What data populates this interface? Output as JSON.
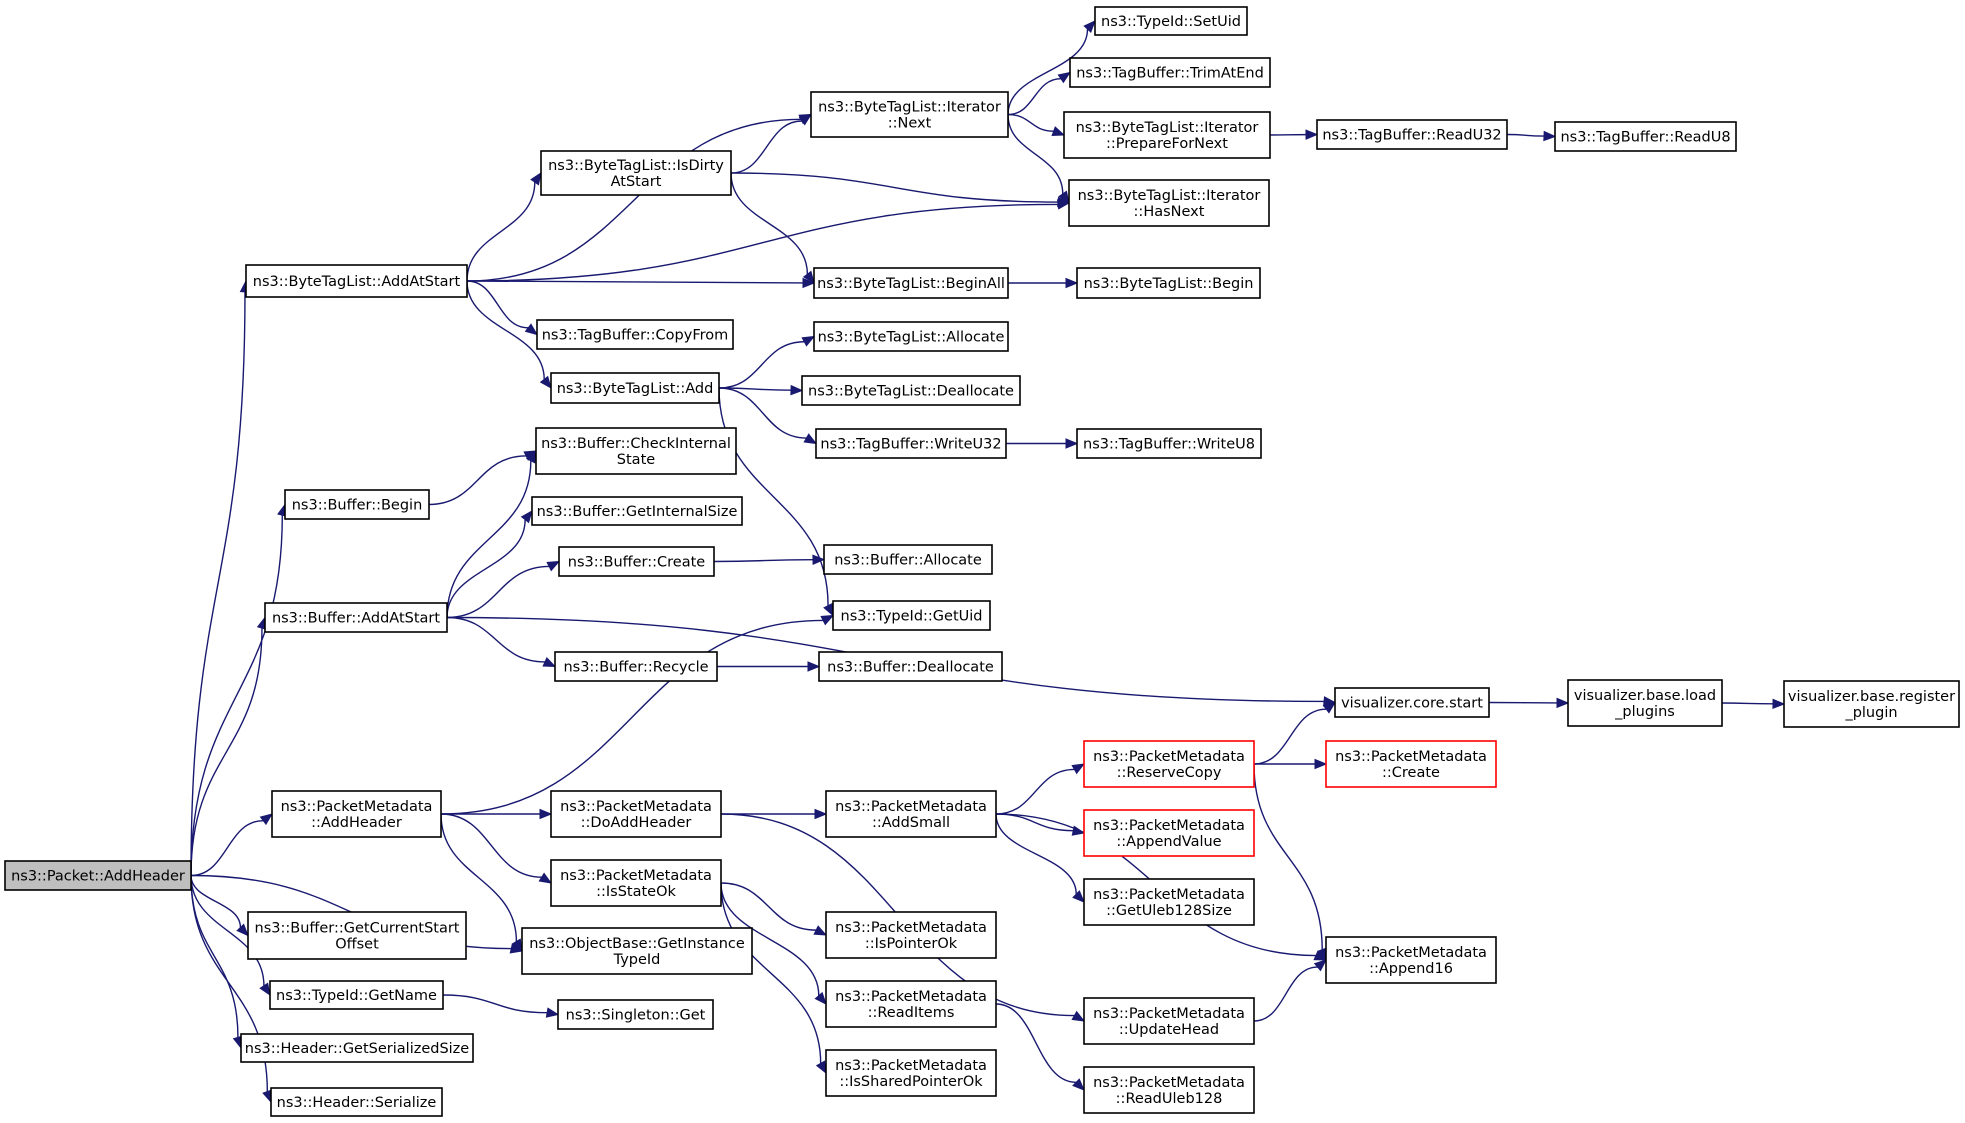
{
  "colors": {
    "edge": "#191970",
    "node_border": "#000000",
    "truncated_border": "#ff0000",
    "root_fill": "#bfbfbf",
    "node_fill": "#ffffff"
  },
  "nodes": [
    {
      "id": "packet_addheader",
      "lines": [
        "ns3::Packet::AddHeader"
      ],
      "root": true
    },
    {
      "id": "bytetaglist_addatstart",
      "lines": [
        "ns3::ByteTagList::AddAtStart"
      ]
    },
    {
      "id": "buffer_begin",
      "lines": [
        "ns3::Buffer::Begin"
      ]
    },
    {
      "id": "buffer_addatstart",
      "lines": [
        "ns3::Buffer::AddAtStart"
      ]
    },
    {
      "id": "pm_addheader",
      "lines": [
        "ns3::PacketMetadata",
        "::AddHeader"
      ]
    },
    {
      "id": "buffer_getcurrentstartoffset",
      "lines": [
        "ns3::Buffer::GetCurrentStart",
        "Offset"
      ]
    },
    {
      "id": "typeid_getname",
      "lines": [
        "ns3::TypeId::GetName"
      ]
    },
    {
      "id": "header_getserializedsize",
      "lines": [
        "ns3::Header::GetSerializedSize"
      ]
    },
    {
      "id": "header_serialize",
      "lines": [
        "ns3::Header::Serialize"
      ]
    },
    {
      "id": "bytetaglist_isdirtyatstart",
      "lines": [
        "ns3::ByteTagList::IsDirty",
        "AtStart"
      ]
    },
    {
      "id": "tagbuffer_copyfrom",
      "lines": [
        "ns3::TagBuffer::CopyFrom"
      ]
    },
    {
      "id": "bytetaglist_add",
      "lines": [
        "ns3::ByteTagList::Add"
      ]
    },
    {
      "id": "buffer_checkinternalstate",
      "lines": [
        "ns3::Buffer::CheckInternal",
        "State"
      ]
    },
    {
      "id": "buffer_getinternalsize",
      "lines": [
        "ns3::Buffer::GetInternalSize"
      ]
    },
    {
      "id": "buffer_create",
      "lines": [
        "ns3::Buffer::Create"
      ]
    },
    {
      "id": "buffer_recycle",
      "lines": [
        "ns3::Buffer::Recycle"
      ]
    },
    {
      "id": "pm_doaddheader",
      "lines": [
        "ns3::PacketMetadata",
        "::DoAddHeader"
      ]
    },
    {
      "id": "pm_isstateok",
      "lines": [
        "ns3::PacketMetadata",
        "::IsStateOk"
      ]
    },
    {
      "id": "objectbase_getinstancetypeid",
      "lines": [
        "ns3::ObjectBase::GetInstance",
        "TypeId"
      ]
    },
    {
      "id": "singleton_get",
      "lines": [
        "ns3::Singleton::Get"
      ]
    },
    {
      "id": "btl_iterator_next",
      "lines": [
        "ns3::ByteTagList::Iterator",
        "::Next"
      ]
    },
    {
      "id": "bytetaglist_beginall",
      "lines": [
        "ns3::ByteTagList::BeginAll"
      ]
    },
    {
      "id": "bytetaglist_allocate",
      "lines": [
        "ns3::ByteTagList::Allocate"
      ]
    },
    {
      "id": "bytetaglist_deallocate",
      "lines": [
        "ns3::ByteTagList::Deallocate"
      ]
    },
    {
      "id": "tagbuffer_writeu32",
      "lines": [
        "ns3::TagBuffer::WriteU32"
      ]
    },
    {
      "id": "buffer_allocate",
      "lines": [
        "ns3::Buffer::Allocate"
      ]
    },
    {
      "id": "typeid_getuid",
      "lines": [
        "ns3::TypeId::GetUid"
      ]
    },
    {
      "id": "buffer_deallocate",
      "lines": [
        "ns3::Buffer::Deallocate"
      ]
    },
    {
      "id": "pm_addsmall",
      "lines": [
        "ns3::PacketMetadata",
        "::AddSmall"
      ]
    },
    {
      "id": "pm_ispointerok",
      "lines": [
        "ns3::PacketMetadata",
        "::IsPointerOk"
      ]
    },
    {
      "id": "pm_readitems",
      "lines": [
        "ns3::PacketMetadata",
        "::ReadItems"
      ]
    },
    {
      "id": "pm_issharedpointerok",
      "lines": [
        "ns3::PacketMetadata",
        "::IsSharedPointerOk"
      ]
    },
    {
      "id": "typeid_setuid",
      "lines": [
        "ns3::TypeId::SetUid"
      ]
    },
    {
      "id": "tagbuffer_trimatend",
      "lines": [
        "ns3::TagBuffer::TrimAtEnd"
      ]
    },
    {
      "id": "btl_iterator_prepare",
      "lines": [
        "ns3::ByteTagList::Iterator",
        "::PrepareForNext"
      ]
    },
    {
      "id": "btl_iterator_hasnext",
      "lines": [
        "ns3::ByteTagList::Iterator",
        "::HasNext"
      ]
    },
    {
      "id": "bytetaglist_begin",
      "lines": [
        "ns3::ByteTagList::Begin"
      ]
    },
    {
      "id": "tagbuffer_writeu8",
      "lines": [
        "ns3::TagBuffer::WriteU8"
      ]
    },
    {
      "id": "pm_reservecopy",
      "lines": [
        "ns3::PacketMetadata",
        "::ReserveCopy"
      ],
      "truncated": true
    },
    {
      "id": "pm_appendvalue",
      "lines": [
        "ns3::PacketMetadata",
        "::AppendValue"
      ],
      "truncated": true
    },
    {
      "id": "pm_getuleb128size",
      "lines": [
        "ns3::PacketMetadata",
        "::GetUleb128Size"
      ]
    },
    {
      "id": "pm_updatehead",
      "lines": [
        "ns3::PacketMetadata",
        "::UpdateHead"
      ]
    },
    {
      "id": "pm_readuleb128",
      "lines": [
        "ns3::PacketMetadata",
        "::ReadUleb128"
      ]
    },
    {
      "id": "tagbuffer_readu32",
      "lines": [
        "ns3::TagBuffer::ReadU32"
      ]
    },
    {
      "id": "visualizer_core_start",
      "lines": [
        "visualizer.core.start"
      ]
    },
    {
      "id": "pm_create",
      "lines": [
        "ns3::PacketMetadata",
        "::Create"
      ],
      "truncated": true
    },
    {
      "id": "pm_append16",
      "lines": [
        "ns3::PacketMetadata",
        "::Append16"
      ]
    },
    {
      "id": "tagbuffer_readu8",
      "lines": [
        "ns3::TagBuffer::ReadU8"
      ]
    },
    {
      "id": "visualizer_base_load_plugins",
      "lines": [
        "visualizer.base.load",
        "_plugins"
      ]
    },
    {
      "id": "visualizer_base_register_plugin",
      "lines": [
        "visualizer.base.register",
        "_plugin"
      ]
    }
  ],
  "edges": [
    [
      "packet_addheader",
      "bytetaglist_addatstart"
    ],
    [
      "packet_addheader",
      "buffer_begin"
    ],
    [
      "packet_addheader",
      "buffer_addatstart"
    ],
    [
      "packet_addheader",
      "pm_addheader"
    ],
    [
      "packet_addheader",
      "buffer_getcurrentstartoffset"
    ],
    [
      "packet_addheader",
      "typeid_getname"
    ],
    [
      "packet_addheader",
      "header_getserializedsize"
    ],
    [
      "packet_addheader",
      "header_serialize"
    ],
    [
      "packet_addheader",
      "objectbase_getinstancetypeid"
    ],
    [
      "bytetaglist_addatstart",
      "btl_iterator_next"
    ],
    [
      "bytetaglist_addatstart",
      "bytetaglist_isdirtyatstart"
    ],
    [
      "bytetaglist_addatstart",
      "btl_iterator_hasnext"
    ],
    [
      "bytetaglist_addatstart",
      "bytetaglist_beginall"
    ],
    [
      "bytetaglist_addatstart",
      "tagbuffer_copyfrom"
    ],
    [
      "bytetaglist_addatstart",
      "bytetaglist_add"
    ],
    [
      "bytetaglist_isdirtyatstart",
      "btl_iterator_next"
    ],
    [
      "bytetaglist_isdirtyatstart",
      "btl_iterator_hasnext"
    ],
    [
      "bytetaglist_isdirtyatstart",
      "bytetaglist_beginall"
    ],
    [
      "btl_iterator_next",
      "typeid_setuid"
    ],
    [
      "btl_iterator_next",
      "tagbuffer_trimatend"
    ],
    [
      "btl_iterator_next",
      "btl_iterator_prepare"
    ],
    [
      "btl_iterator_next",
      "btl_iterator_hasnext"
    ],
    [
      "btl_iterator_prepare",
      "tagbuffer_readu32"
    ],
    [
      "tagbuffer_readu32",
      "tagbuffer_readu8"
    ],
    [
      "bytetaglist_beginall",
      "bytetaglist_begin"
    ],
    [
      "bytetaglist_add",
      "bytetaglist_allocate"
    ],
    [
      "bytetaglist_add",
      "bytetaglist_deallocate"
    ],
    [
      "bytetaglist_add",
      "tagbuffer_writeu32"
    ],
    [
      "bytetaglist_add",
      "typeid_getuid"
    ],
    [
      "tagbuffer_writeu32",
      "tagbuffer_writeu8"
    ],
    [
      "buffer_begin",
      "buffer_checkinternalstate"
    ],
    [
      "buffer_addatstart",
      "buffer_checkinternalstate"
    ],
    [
      "buffer_addatstart",
      "buffer_getinternalsize"
    ],
    [
      "buffer_addatstart",
      "buffer_create"
    ],
    [
      "buffer_addatstart",
      "buffer_recycle"
    ],
    [
      "buffer_addatstart",
      "visualizer_core_start"
    ],
    [
      "buffer_create",
      "buffer_allocate"
    ],
    [
      "buffer_recycle",
      "buffer_deallocate"
    ],
    [
      "pm_addheader",
      "typeid_getuid"
    ],
    [
      "pm_addheader",
      "pm_doaddheader"
    ],
    [
      "pm_addheader",
      "pm_isstateok"
    ],
    [
      "pm_addheader",
      "objectbase_getinstancetypeid"
    ],
    [
      "pm_doaddheader",
      "pm_addsmall"
    ],
    [
      "pm_doaddheader",
      "pm_updatehead"
    ],
    [
      "pm_addsmall",
      "pm_reservecopy"
    ],
    [
      "pm_addsmall",
      "pm_appendvalue"
    ],
    [
      "pm_addsmall",
      "pm_getuleb128size"
    ],
    [
      "pm_addsmall",
      "pm_append16"
    ],
    [
      "pm_reservecopy",
      "visualizer_core_start"
    ],
    [
      "pm_reservecopy",
      "pm_create"
    ],
    [
      "pm_reservecopy",
      "pm_append16"
    ],
    [
      "pm_updatehead",
      "pm_append16"
    ],
    [
      "pm_isstateok",
      "pm_ispointerok"
    ],
    [
      "pm_isstateok",
      "pm_readitems"
    ],
    [
      "pm_isstateok",
      "pm_issharedpointerok"
    ],
    [
      "pm_readitems",
      "pm_readuleb128"
    ],
    [
      "typeid_getname",
      "singleton_get"
    ],
    [
      "visualizer_core_start",
      "visualizer_base_load_plugins"
    ],
    [
      "visualizer_base_load_plugins",
      "visualizer_base_register_plugin"
    ]
  ]
}
